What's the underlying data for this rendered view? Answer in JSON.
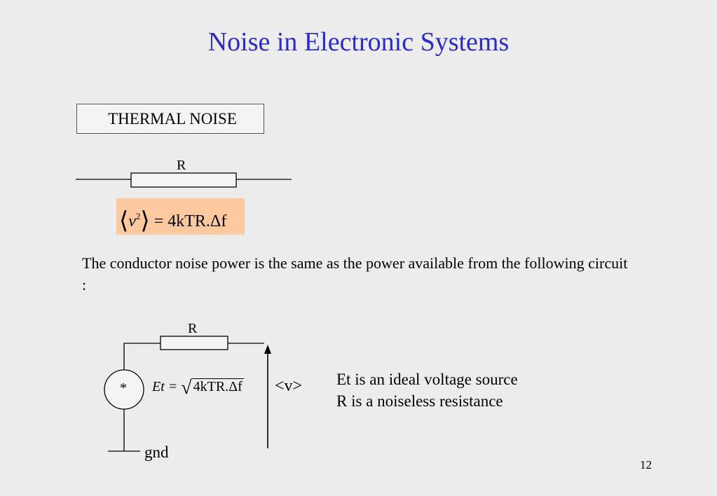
{
  "slide": {
    "title": "Noise in Electronic Systems",
    "section_label": "THERMAL NOISE",
    "resistor1_label": "R",
    "formula1": {
      "lhs_var": "v",
      "lhs_exp": "2",
      "rhs": "= 4kTR.Δf"
    },
    "body_text": "The conductor noise power is the same as the power available from the following circuit :",
    "resistor2_label": "R",
    "source_symbol": "*",
    "formula2": {
      "lhs": "Et =",
      "radicand": "4kTR.Δf"
    },
    "output_label": "<v>",
    "note_lines": [
      "Et is an ideal voltage source",
      "R is a noiseless resistance"
    ],
    "ground_label": "gnd",
    "page_number": "12"
  }
}
